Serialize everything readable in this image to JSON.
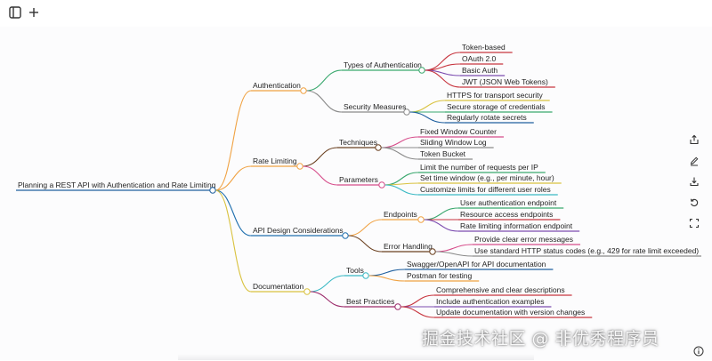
{
  "toolbar": {
    "sidebar_toggle_icon": "sidebar-icon",
    "add_icon": "plus-icon"
  },
  "side_tools": [
    "share-icon",
    "edit-icon",
    "download-icon",
    "refresh-icon",
    "fit-screen-icon"
  ],
  "colors": {
    "root": "#1f5f9e",
    "authentication": "#f0a243",
    "rate_limiting": "#f0a243",
    "api_design": "#1f6fae",
    "documentation": "#d9c23f",
    "types_of_authentication": "#3aa86e",
    "security_measures": "#8a8a8a",
    "techniques": "#6a3f1f",
    "parameters": "#d64c8a",
    "endpoints": "#f0a243",
    "error_handling": "#6a3f1f",
    "tools": "#3ab9c4",
    "best_practices": "#9b2a6a"
  },
  "mindmap": {
    "root": "Planning a REST API with Authentication and Rate Limiting",
    "branches": [
      {
        "label": "Authentication",
        "children": [
          {
            "label": "Types of Authentication",
            "leaves": [
              {
                "label": "Token-based",
                "color": "#c7353f"
              },
              {
                "label": "OAuth 2.0",
                "color": "#c7353f"
              },
              {
                "label": "Basic Auth",
                "color": "#7b4bb0"
              },
              {
                "label": "JWT (JSON Web Tokens)",
                "color": "#c7353f"
              }
            ]
          },
          {
            "label": "Security Measures",
            "leaves": [
              {
                "label": "HTTPS for transport security",
                "color": "#d9c23f"
              },
              {
                "label": "Secure storage of credentials",
                "color": "#3aa86e"
              },
              {
                "label": "Regularly rotate secrets",
                "color": "#1f5f9e"
              }
            ]
          }
        ]
      },
      {
        "label": "Rate Limiting",
        "children": [
          {
            "label": "Techniques",
            "leaves": [
              {
                "label": "Fixed Window Counter",
                "color": "#d64c8a"
              },
              {
                "label": "Sliding Window Log",
                "color": "#8a8a8a"
              },
              {
                "label": "Token Bucket",
                "color": "#8a8a8a"
              }
            ]
          },
          {
            "label": "Parameters",
            "leaves": [
              {
                "label": "Limit the number of requests per IP",
                "color": "#3aa86e"
              },
              {
                "label": "Set time window (e.g., per minute, hour)",
                "color": "#d9c23f"
              },
              {
                "label": "Customize limits for different user roles",
                "color": "#3ab9c4"
              }
            ]
          }
        ]
      },
      {
        "label": "API Design Considerations",
        "children": [
          {
            "label": "Endpoints",
            "leaves": [
              {
                "label": "User authentication endpoint",
                "color": "#3aa86e"
              },
              {
                "label": "Resource access endpoints",
                "color": "#c7353f"
              },
              {
                "label": "Rate limiting information endpoint",
                "color": "#7b4bb0"
              }
            ]
          },
          {
            "label": "Error Handling",
            "leaves": [
              {
                "label": "Provide clear error messages",
                "color": "#d64c8a"
              },
              {
                "label": "Use standard HTTP status codes (e.g., 429 for rate limit exceeded)",
                "color": "#8a8a8a"
              }
            ]
          }
        ]
      },
      {
        "label": "Documentation",
        "children": [
          {
            "label": "Tools",
            "leaves": [
              {
                "label": "Swagger/OpenAPI for API documentation",
                "color": "#1f5f9e"
              },
              {
                "label": "Postman for testing",
                "color": "#f0a243"
              }
            ]
          },
          {
            "label": "Best Practices",
            "leaves": [
              {
                "label": "Comprehensive and clear descriptions",
                "color": "#c7353f"
              },
              {
                "label": "Include authentication examples",
                "color": "#7b4bb0"
              },
              {
                "label": "Update documentation with version changes",
                "color": "#c7353f"
              }
            ]
          }
        ]
      }
    ]
  },
  "watermark": "掘金技术社区 @ 非优秀程序员"
}
